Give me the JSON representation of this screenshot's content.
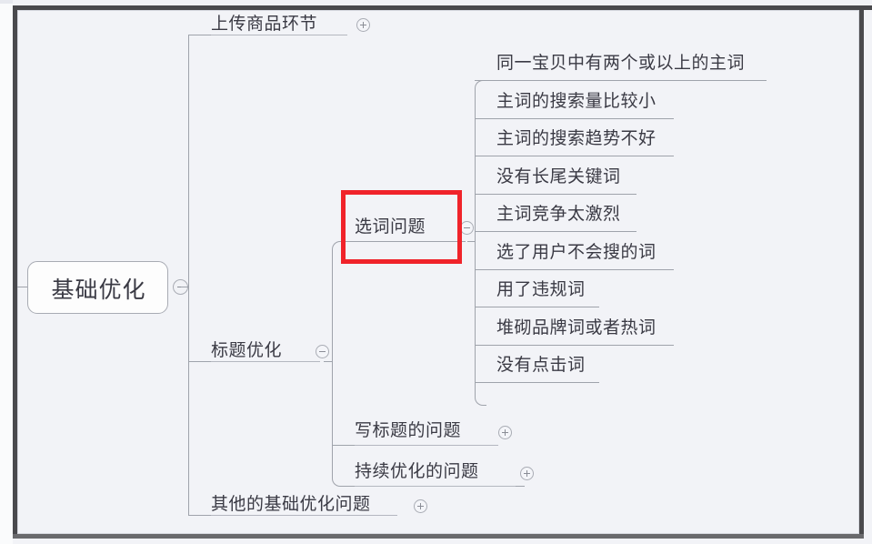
{
  "document": {
    "title": "基础优化 思维导图",
    "background_color": "#f2f3f7",
    "frame_color": "#4a4a4d",
    "line_color": "#9fa3ab",
    "text_color": "#3a3a44",
    "highlight_color": "#f0232a"
  },
  "root": {
    "label": "基础优化",
    "toggle": "minus",
    "toggle_name": "collapse-icon"
  },
  "branches": [
    {
      "label": "上传商品环节",
      "toggle": "plus",
      "toggle_name": "expand-icon",
      "level": 2
    },
    {
      "label": "标题优化",
      "toggle": "minus",
      "toggle_name": "collapse-icon",
      "level": 2
    },
    {
      "label": "其他的基础优化问题",
      "toggle": "plus",
      "toggle_name": "expand-icon",
      "level": 2
    }
  ],
  "title_children": [
    {
      "label": "选词问题",
      "toggle": "minus",
      "toggle_name": "collapse-icon",
      "highlighted": true
    },
    {
      "label": "写标题的问题",
      "toggle": "plus",
      "toggle_name": "expand-icon",
      "highlighted": false
    },
    {
      "label": "持续优化的问题",
      "toggle": "plus",
      "toggle_name": "expand-icon",
      "highlighted": false
    }
  ],
  "word_issues": [
    {
      "label": "同一宝贝中有两个或以上的主词"
    },
    {
      "label": "主词的搜索量比较小"
    },
    {
      "label": "主词的搜索趋势不好"
    },
    {
      "label": "没有长尾关键词"
    },
    {
      "label": "主词竞争太激烈"
    },
    {
      "label": "选了用户不会搜的词"
    },
    {
      "label": "用了违规词"
    },
    {
      "label": "堆砌品牌词或者热词"
    },
    {
      "label": "没有点击词"
    }
  ]
}
